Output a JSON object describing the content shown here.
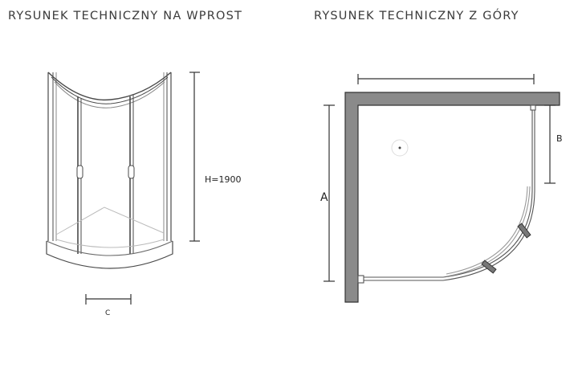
{
  "front_view": {
    "title": "RYSUNEK TECHNICZNY NA WPROST",
    "height_label": "H=1900",
    "width_label": "C"
  },
  "top_view": {
    "title": "RYSUNEK TECHNICZNY Z GÓRY",
    "dim_a_label": "A",
    "dim_b_label": "B"
  },
  "colors": {
    "wall": "#8a8a8a",
    "line": "#4a4a4a",
    "title_text": "#3b3b3b"
  }
}
